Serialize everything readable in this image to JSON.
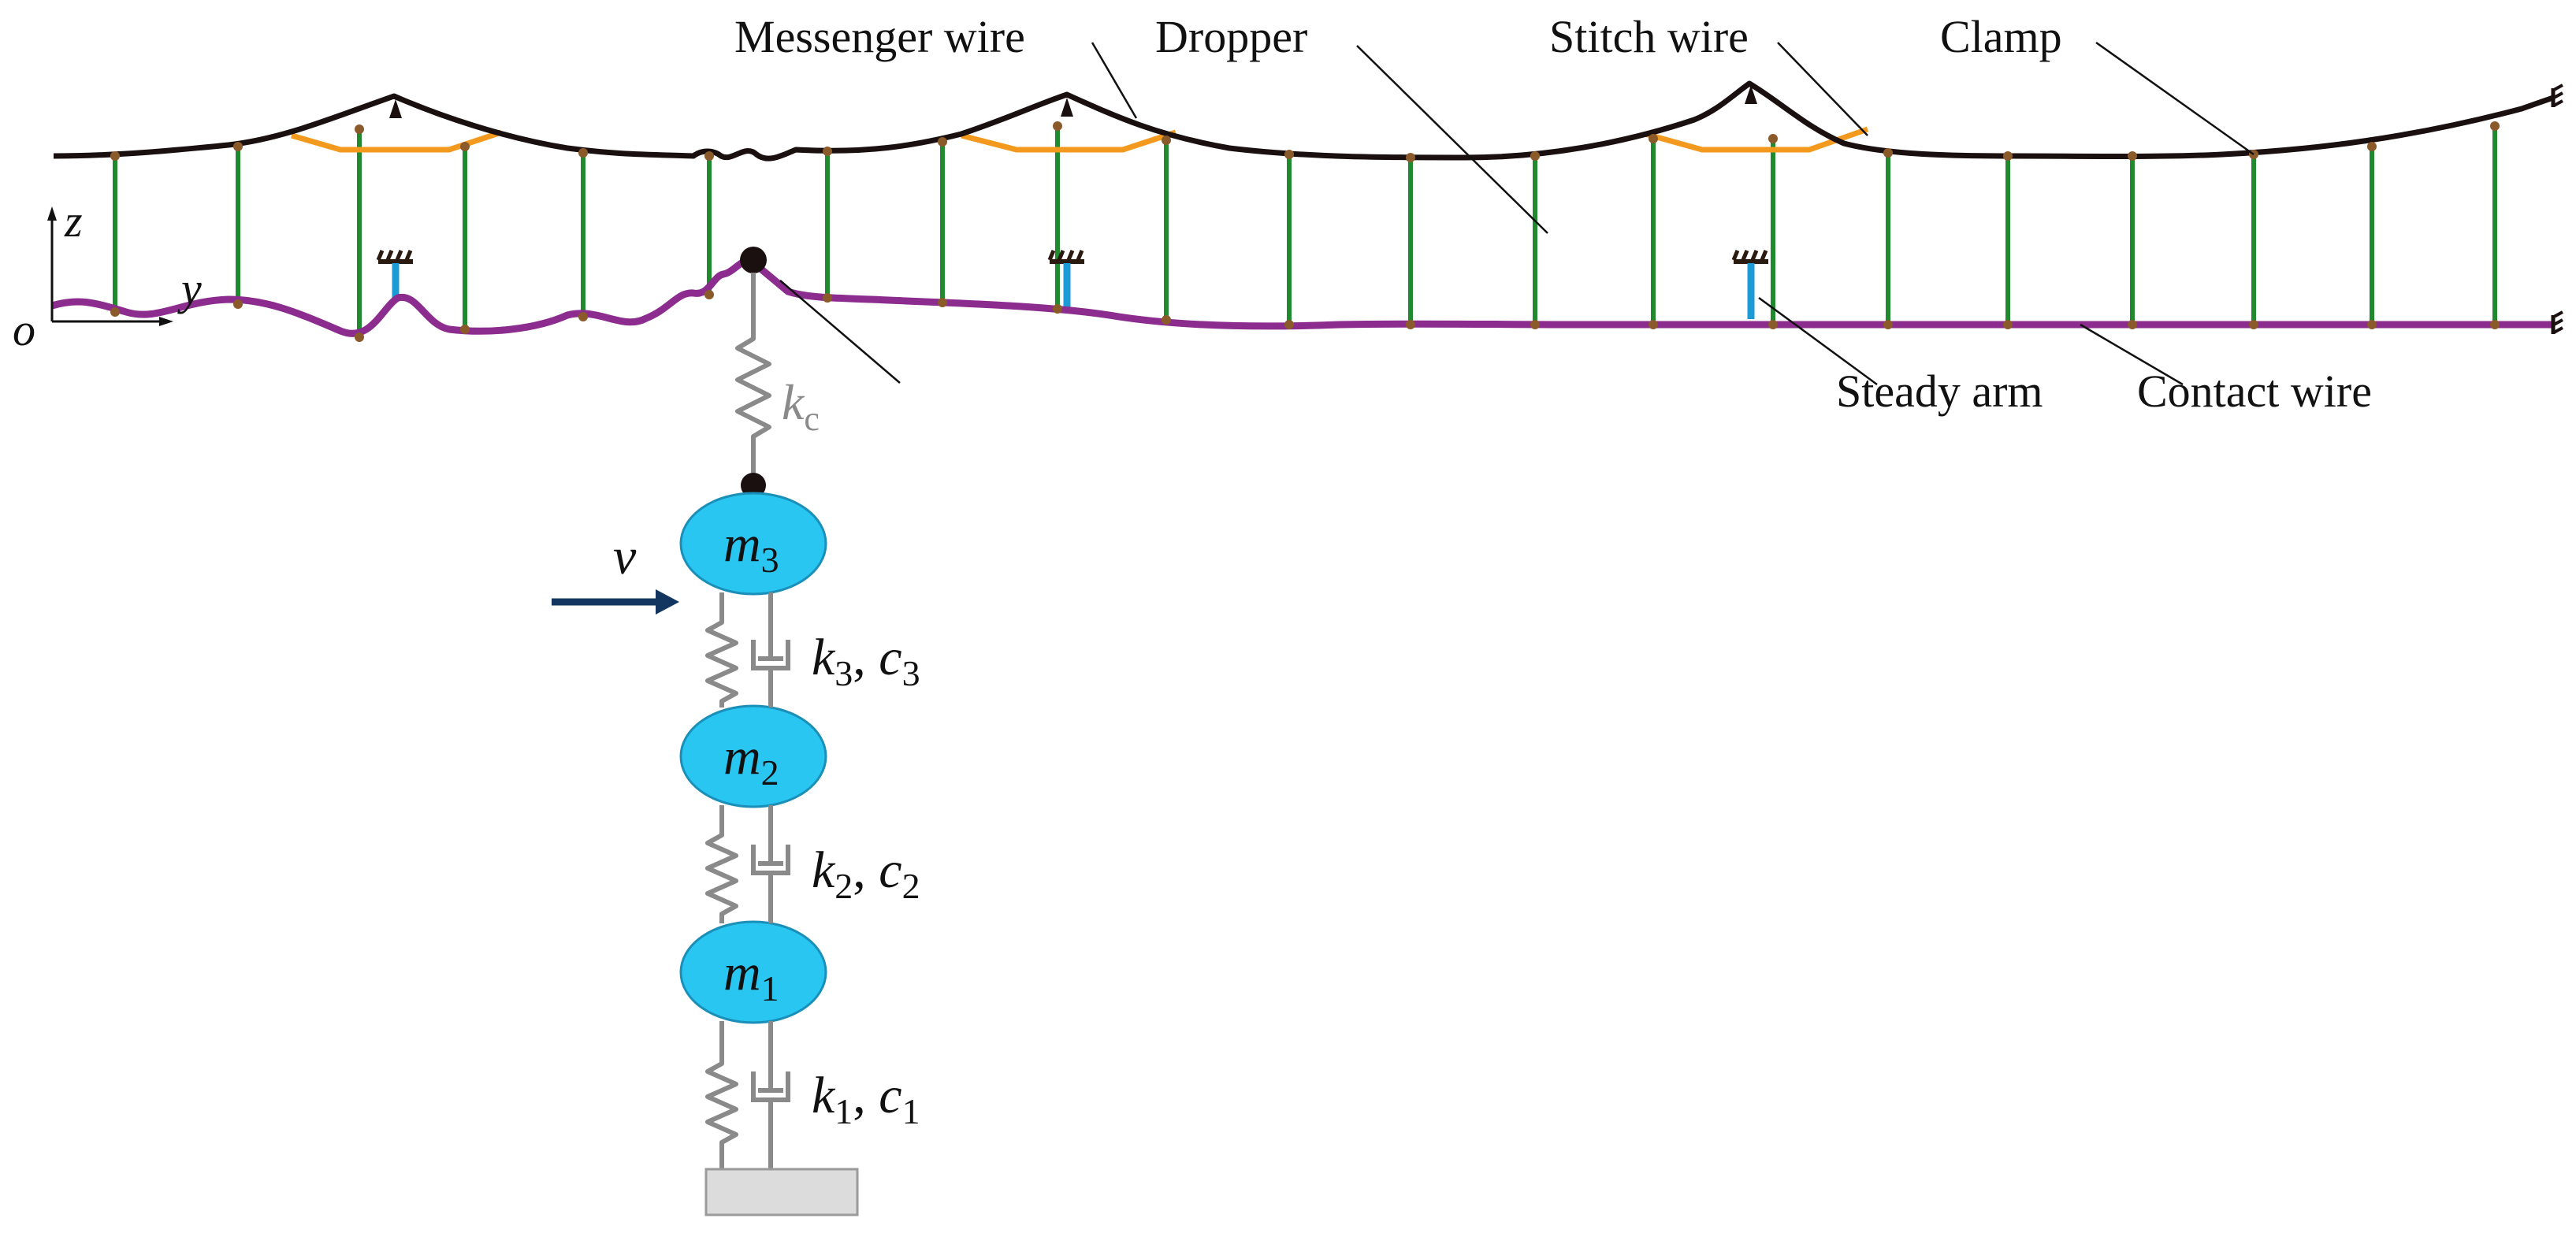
{
  "labels": {
    "messenger_wire": "Messenger wire",
    "dropper": "Dropper",
    "stitch_wire": "Stitch wire",
    "clamp": "Clamp",
    "steady_arm": "Steady arm",
    "contact_wire": "Contact wire"
  },
  "axes": {
    "z": "z",
    "y": "y",
    "origin": "o"
  },
  "velocity": "v",
  "contact_spring": {
    "symbol": "k",
    "subscript": "c"
  },
  "masses": [
    {
      "symbol": "m",
      "subscript": "3"
    },
    {
      "symbol": "m",
      "subscript": "2"
    },
    {
      "symbol": "m",
      "subscript": "1"
    }
  ],
  "suspensions": [
    {
      "k": "k",
      "k_sub": "3",
      "sep": ", ",
      "c": "c",
      "c_sub": "3"
    },
    {
      "k": "k",
      "k_sub": "2",
      "sep": ", ",
      "c": "c",
      "c_sub": "2"
    },
    {
      "k": "k",
      "k_sub": "1",
      "sep": ", ",
      "c": "c",
      "c_sub": "1"
    }
  ],
  "colors": {
    "messenger_wire": "#1a1010",
    "contact_wire": "#8b2c8e",
    "dropper": "#1f8a2e",
    "stitch_wire": "#f39a1e",
    "steady_arm": "#1b9ad6",
    "node": "#8b5a2b",
    "mass_fill": "#29c6f2",
    "spring": "#8a8a8a",
    "arrow": "#12365f",
    "base": "#dcdcdc"
  }
}
